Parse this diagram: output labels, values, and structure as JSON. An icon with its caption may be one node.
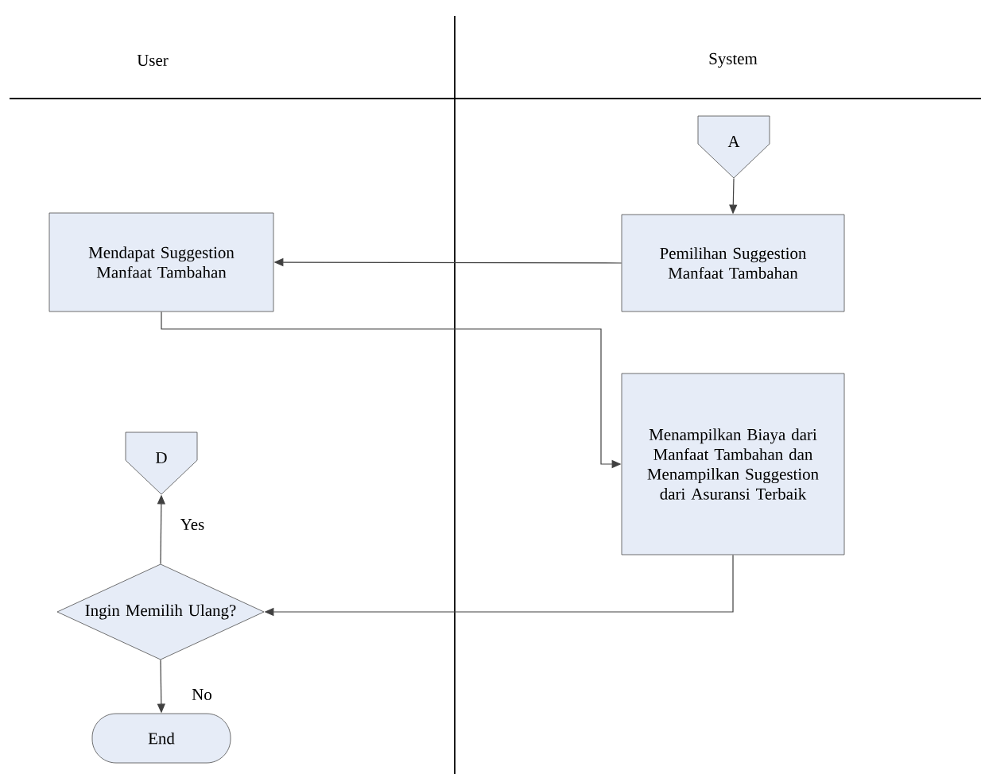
{
  "diagram": {
    "nodes": [
      {
        "text": [
          "A"
        ]
      },
      {
        "text": [
          "Pemilihan Suggestion Manfaat Tambahan"
        ]
      },
      {
        "text": [
          "Mendapat Suggestion Manfaat Tambahan"
        ]
      },
      {
        "text": [
          "Menampilkan Biaya dari Manfaat Tambahan dan Menampilkan Suggestion dari Asuransi Terbaik"
        ]
      },
      {
        "text": [
          "D"
        ]
      },
      {
        "text": [
          "Ingin Memilih Ulang?"
        ]
      },
      {
        "text": [
          "End"
        ]
      }
    ],
    "edges": [
      {
        "from": 0,
        "to": 1,
        "arrow": "to"
      },
      {
        "from": 1,
        "to": 2,
        "arrow": "to"
      },
      {
        "from": 2,
        "to": 3,
        "arrow": "to"
      },
      {
        "from": 3,
        "to": 5,
        "arrow": "to"
      },
      {
        "from": 5,
        "to": 4,
        "arrow": "to",
        "label": "Yes"
      },
      {
        "from": 5,
        "to": 6,
        "arrow": "to",
        "label": "No"
      }
    ],
    "labels": [
      "User",
      "System"
    ]
  }
}
